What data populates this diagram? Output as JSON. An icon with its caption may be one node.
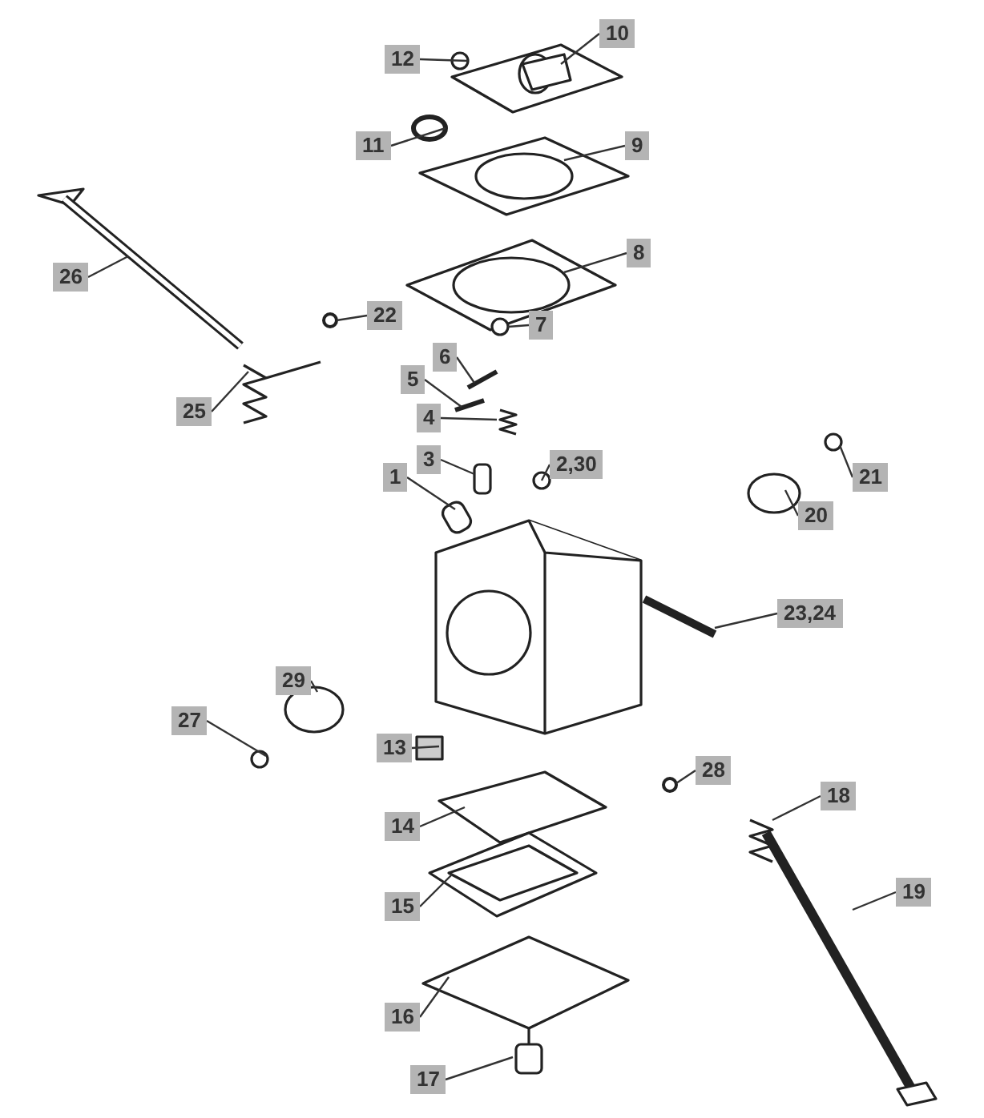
{
  "diagram": {
    "nodes": [
      {
        "text": [
          "10"
        ]
      },
      {
        "text": [
          "12"
        ]
      },
      {
        "text": [
          "11"
        ]
      },
      {
        "text": [
          "9"
        ]
      },
      {
        "text": [
          "8"
        ]
      },
      {
        "text": [
          "26"
        ]
      },
      {
        "text": [
          "22"
        ]
      },
      {
        "text": [
          "7"
        ]
      },
      {
        "text": [
          "6"
        ]
      },
      {
        "text": [
          "5"
        ]
      },
      {
        "text": [
          "25"
        ]
      },
      {
        "text": [
          "4"
        ]
      },
      {
        "text": [
          "3"
        ]
      },
      {
        "text": [
          "2,30"
        ]
      },
      {
        "text": [
          "1"
        ]
      },
      {
        "text": [
          "21"
        ]
      },
      {
        "text": [
          "20"
        ]
      },
      {
        "text": [
          "23,24"
        ]
      },
      {
        "text": [
          "29"
        ]
      },
      {
        "text": [
          "27"
        ]
      },
      {
        "text": [
          "13"
        ]
      },
      {
        "text": [
          "28"
        ]
      },
      {
        "text": [
          "18"
        ]
      },
      {
        "text": [
          "14"
        ]
      },
      {
        "text": [
          "19"
        ]
      },
      {
        "text": [
          "15"
        ]
      },
      {
        "text": [
          "16"
        ]
      },
      {
        "text": [
          "17"
        ]
      }
    ],
    "edges": [
      {
        "from": 0,
        "to": null,
        "arrow": "none"
      },
      {
        "from": 1,
        "to": null,
        "arrow": "none"
      },
      {
        "from": 2,
        "to": null,
        "arrow": "none"
      },
      {
        "from": 3,
        "to": null,
        "arrow": "none"
      },
      {
        "from": 4,
        "to": null,
        "arrow": "none"
      },
      {
        "from": 5,
        "to": null,
        "arrow": "none"
      },
      {
        "from": 6,
        "to": null,
        "arrow": "none"
      },
      {
        "from": 7,
        "to": null,
        "arrow": "none"
      },
      {
        "from": 8,
        "to": null,
        "arrow": "none"
      },
      {
        "from": 9,
        "to": null,
        "arrow": "none"
      },
      {
        "from": 10,
        "to": null,
        "arrow": "none"
      },
      {
        "from": 11,
        "to": null,
        "arrow": "none"
      },
      {
        "from": 12,
        "to": null,
        "arrow": "none"
      },
      {
        "from": 13,
        "to": null,
        "arrow": "none"
      },
      {
        "from": 14,
        "to": null,
        "arrow": "none"
      },
      {
        "from": 15,
        "to": null,
        "arrow": "none"
      },
      {
        "from": 16,
        "to": null,
        "arrow": "none"
      },
      {
        "from": 17,
        "to": null,
        "arrow": "none"
      },
      {
        "from": 18,
        "to": null,
        "arrow": "none"
      },
      {
        "from": 19,
        "to": null,
        "arrow": "none"
      },
      {
        "from": 20,
        "to": null,
        "arrow": "none"
      },
      {
        "from": 21,
        "to": null,
        "arrow": "none"
      },
      {
        "from": 22,
        "to": null,
        "arrow": "none"
      },
      {
        "from": 23,
        "to": null,
        "arrow": "none"
      },
      {
        "from": 24,
        "to": null,
        "arrow": "none"
      },
      {
        "from": 25,
        "to": null,
        "arrow": "none"
      },
      {
        "from": 26,
        "to": null,
        "arrow": "none"
      },
      {
        "from": 27,
        "to": null,
        "arrow": "none"
      }
    ]
  }
}
